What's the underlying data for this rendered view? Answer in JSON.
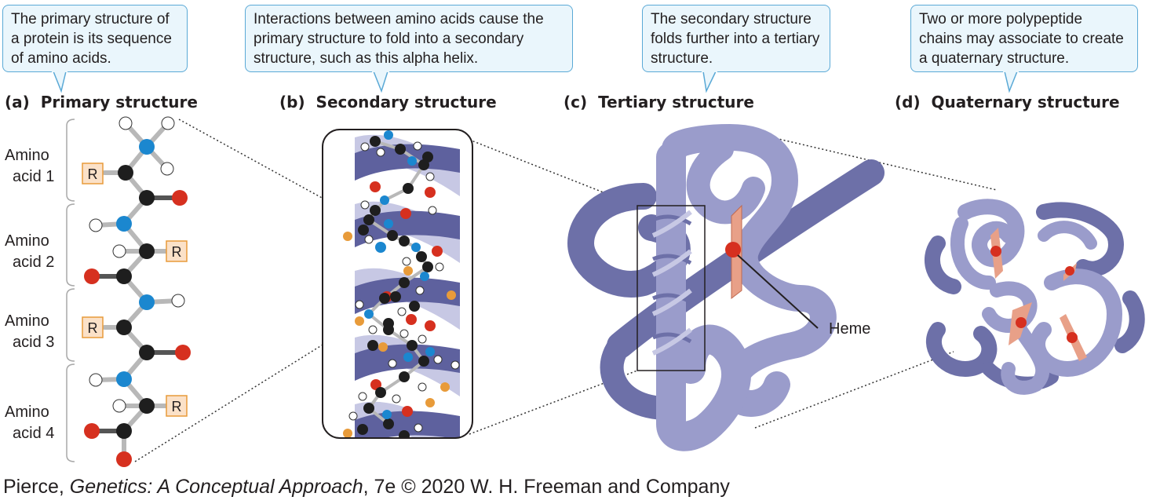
{
  "callouts": {
    "a": "The primary structure of a protein is its sequence of amino acids.",
    "b": "Interactions between amino acids cause the primary structure to fold into a secondary structure, such as this alpha helix.",
    "c": "The secondary structure folds further into a tertiary structure.",
    "d": "Two or more polypeptide chains may associate to create a quaternary structure."
  },
  "panels": {
    "a": {
      "letter": "(a)",
      "title": "Primary structure"
    },
    "b": {
      "letter": "(b)",
      "title": "Secondary structure"
    },
    "c": {
      "letter": "(c)",
      "title": "Tertiary structure"
    },
    "d": {
      "letter": "(d)",
      "title": "Quaternary structure"
    }
  },
  "amino_acids": [
    {
      "line1": "Amino",
      "line2": "acid 1"
    },
    {
      "line1": "Amino",
      "line2": "acid 2"
    },
    {
      "line1": "Amino",
      "line2": "acid 3"
    },
    {
      "line1": "Amino",
      "line2": "acid 4"
    }
  ],
  "r_group_label": "R",
  "heme_label": "Heme",
  "credit": {
    "author": "Pierce, ",
    "title": "Genetics: A Conceptual Approach",
    "rest": ", 7e © 2020 W. H. Freeman and Company"
  },
  "colors": {
    "callout_fill": "#eaf6fc",
    "callout_border": "#5aa9d6",
    "ribbon": "#9a9ccb",
    "ribbon_dark": "#6d70a8",
    "carbon": "#1e1e1e",
    "nitrogen": "#1b87cf",
    "oxygen": "#d6301f",
    "side_chain": "#e89b3a",
    "r_box": "#fbe1c8",
    "heme": "#e8a088"
  }
}
